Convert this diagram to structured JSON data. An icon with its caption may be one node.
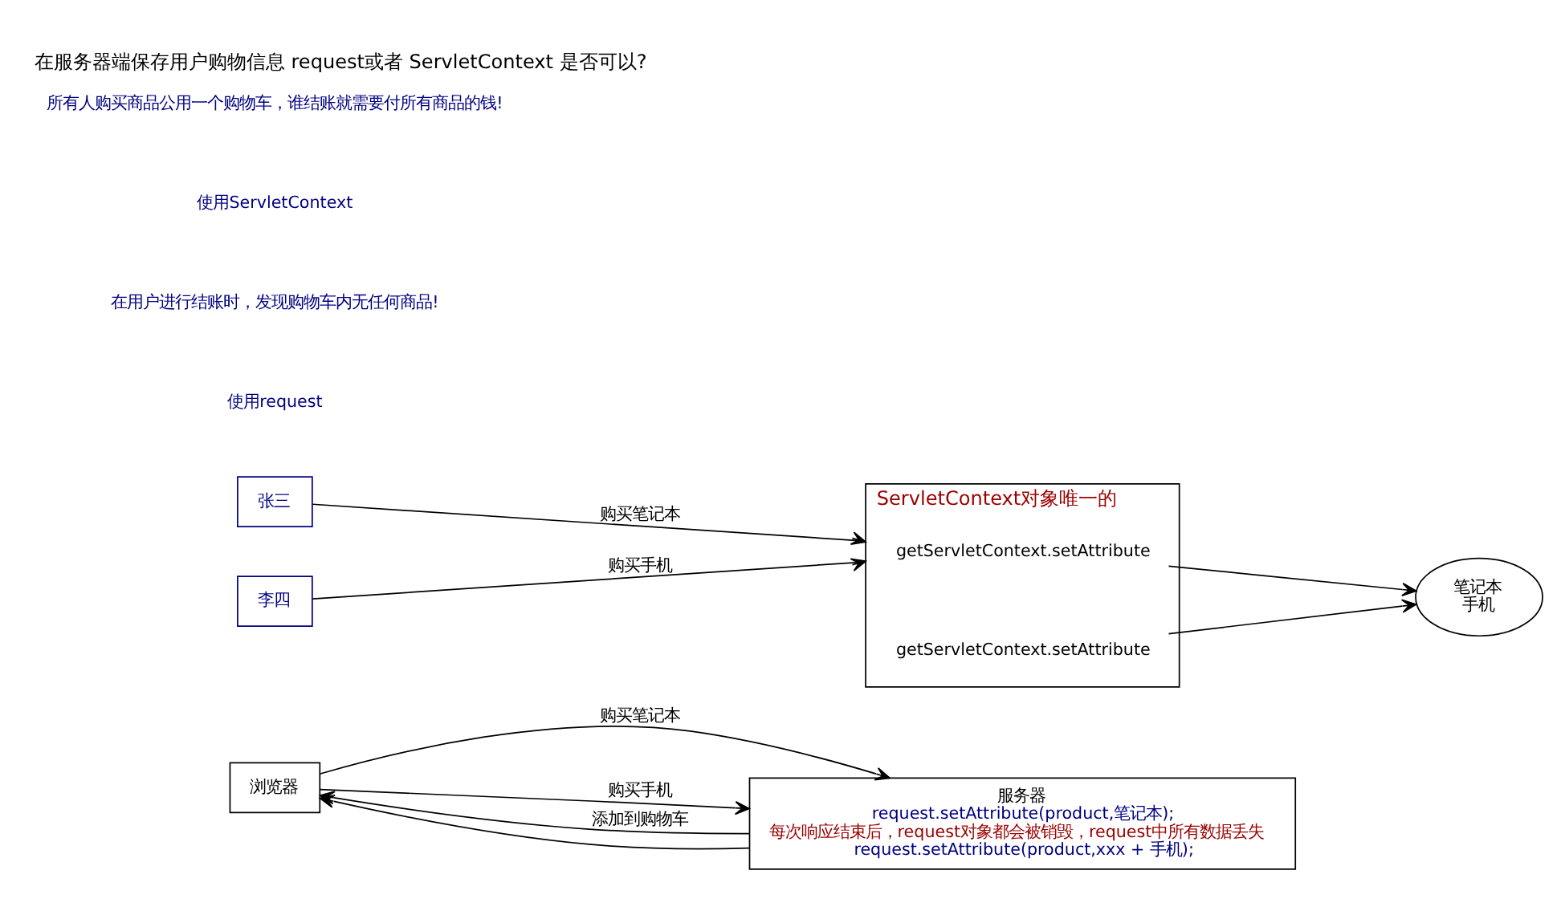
{
  "diagram": {
    "title": "在服务器端保存用户购物信息 request或者 ServletContext 是否可以?",
    "nodes": [
      {
        "text": [
          "浏览器"
        ]
      },
      {
        "text": [
          "服务器",
          "request.setAttribute(product,笔记本);",
          "每次响应结束后，request对象都会被销毁，request中所有数据丢失",
          "request.setAttribute(product,xxx + 手机);"
        ]
      },
      {
        "text": [
          "张三"
        ]
      },
      {
        "text": [
          "李四"
        ]
      },
      {
        "text": [
          "ServletContext对象唯一的"
        ]
      },
      {
        "text": [
          "getServletContext.setAttribute"
        ],
        "in": 4
      },
      {
        "text": [
          "getServletContext.setAttribute"
        ],
        "in": 4
      },
      {
        "text": [
          "笔记本",
          "手机"
        ]
      }
    ],
    "edges": [
      {
        "from": 0,
        "to": 1,
        "arrow": "to",
        "label": "购买笔记本"
      },
      {
        "from": 1,
        "to": 0,
        "arrow": "to",
        "label": "添加到购物车"
      },
      {
        "from": 0,
        "to": 1,
        "arrow": "to",
        "label": "购买手机"
      },
      {
        "from": 1,
        "to": 0,
        "arrow": "to"
      },
      {
        "from": 2,
        "to": 4,
        "arrow": "to",
        "label": "购买笔记本"
      },
      {
        "from": 3,
        "to": 4,
        "arrow": "to",
        "label": "购买手机"
      },
      {
        "from": 5,
        "to": 7,
        "arrow": "to"
      },
      {
        "from": 6,
        "to": 7,
        "arrow": "to"
      }
    ],
    "labels": [
      "使用request",
      "在用户进行结账时，发现购物车内无任何商品!",
      "使用ServletContext",
      "所有人购买商品公用一个购物车，谁结账就需要付所有商品的钱!"
    ]
  }
}
